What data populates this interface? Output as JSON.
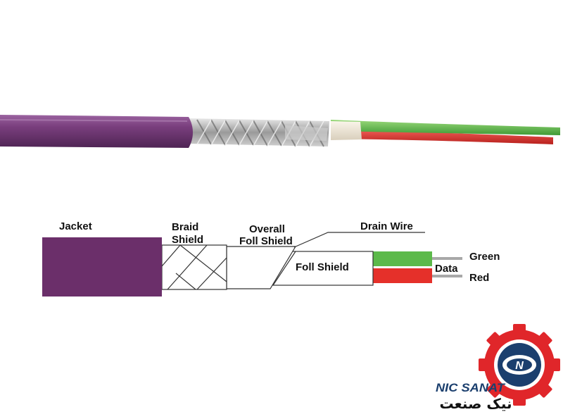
{
  "labels": {
    "jacket": "Jacket",
    "braid_line1": "Braid",
    "braid_line2": "Shield",
    "overall_line1": "Overall",
    "overall_line2": "Foll Shield",
    "drain_wire": "Drain Wire",
    "foll_shield": "Foll Shield",
    "green": "Green",
    "data": "Data",
    "red": "Red"
  },
  "logo": {
    "latin": "NIC SANAT",
    "persian": "نیک صنعت",
    "mark": "N"
  },
  "colors": {
    "jacket": "#6b2f6a",
    "jacket_photo": "#7a3f7e",
    "core_green": "#5cb94a",
    "core_red": "#e5302a",
    "drain_gray": "#a8a8a8",
    "logo_red": "#e0262a",
    "logo_navy": "#1b3f6e",
    "outline": "#333333"
  }
}
